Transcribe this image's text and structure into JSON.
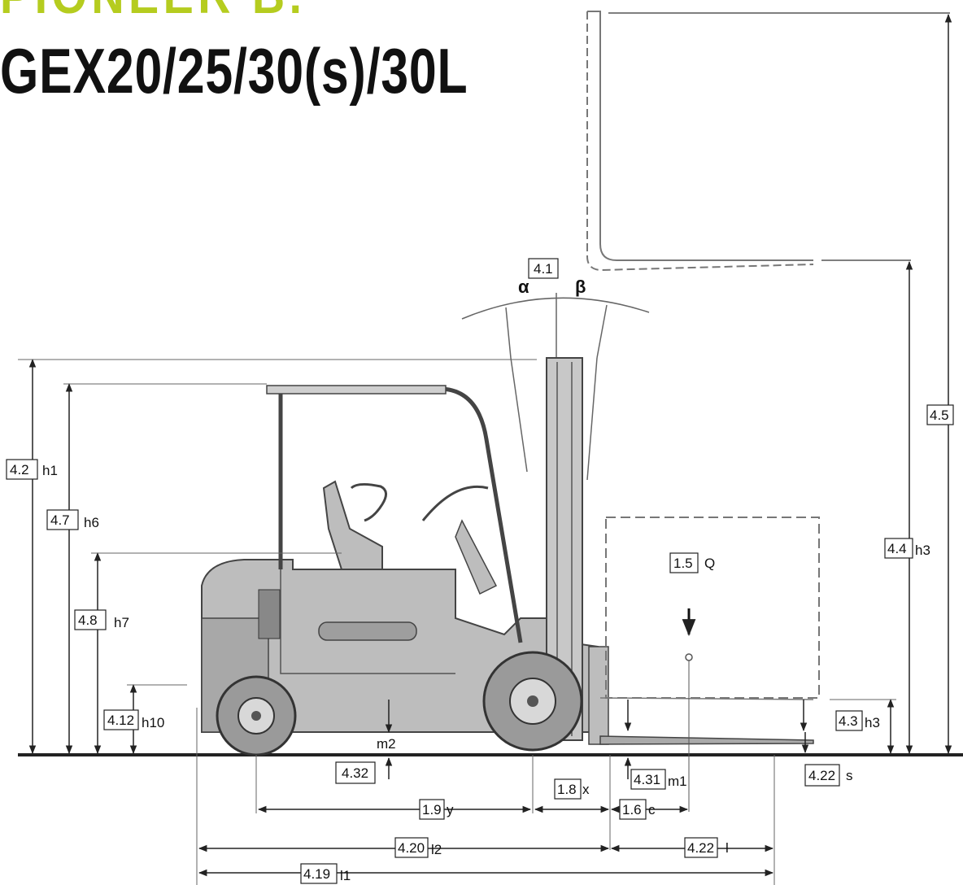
{
  "header": {
    "brand": "PIONEER B.",
    "model_title": "GEX20/25/30(s)/30L",
    "brand_color": "#b5cc1f"
  },
  "diagram": {
    "ground_color": "#222222",
    "truck_body_color": "#bdbdbd",
    "labels": {
      "tilt": {
        "code": "4.1",
        "alpha": "α",
        "beta": "β"
      },
      "h1": {
        "code": "4.2",
        "sym": "h1"
      },
      "h6": {
        "code": "4.7",
        "sym": "h6"
      },
      "h7": {
        "code": "4.8",
        "sym": "h7"
      },
      "h10": {
        "code": "4.12",
        "sym": "h10"
      },
      "m2": {
        "code": "4.32",
        "sym": "m2"
      },
      "load": {
        "code": "1.5",
        "sym": "Q"
      },
      "h4": {
        "code": "4.5",
        "sym": ""
      },
      "h3_top": {
        "code": "4.4",
        "sym": "h3"
      },
      "h3_free": {
        "code": "4.3",
        "sym": "h3"
      },
      "s": {
        "code": "4.22",
        "sym": "s"
      },
      "m1": {
        "code": "4.31",
        "sym": "m1"
      },
      "x": {
        "code": "1.8",
        "sym": "x"
      },
      "c": {
        "code": "1.6",
        "sym": "c"
      },
      "y": {
        "code": "1.9",
        "sym": "y"
      },
      "l2": {
        "code": "4.20",
        "sym": "l2"
      },
      "l": {
        "code": "4.22",
        "sym": "l"
      },
      "l1": {
        "code": "4.19",
        "sym": "l1"
      }
    }
  }
}
